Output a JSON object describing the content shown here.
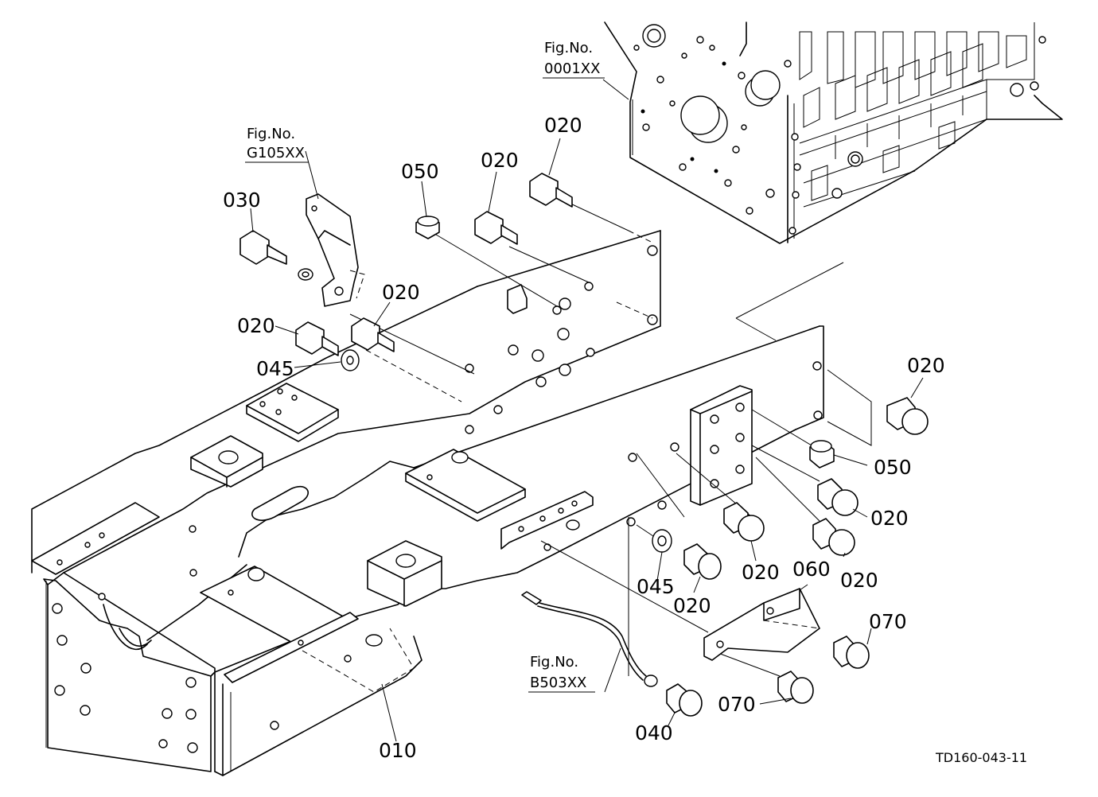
{
  "figure_refs": {
    "engine": {
      "line1": "Fig.No.",
      "line2": "0001XX"
    },
    "bracket": {
      "line1": "Fig.No.",
      "line2": "G105XX"
    },
    "harness": {
      "line1": "Fig.No.",
      "line2": "B503XX"
    }
  },
  "part_labels": {
    "p030": "030",
    "p050_top": "050",
    "p020_a": "020",
    "p020_b": "020",
    "p020_c": "020",
    "p020_d": "020",
    "p045_left": "045",
    "p020_right_top": "020",
    "p050_right": "050",
    "p020_r1": "020",
    "p020_r2": "020",
    "p020_r3": "020",
    "p045_right": "045",
    "p020_r4": "020",
    "p060": "060",
    "p070_a": "070",
    "p070_b": "070",
    "p040": "040",
    "p010": "010"
  },
  "drawing_code": "TD160-043-11"
}
